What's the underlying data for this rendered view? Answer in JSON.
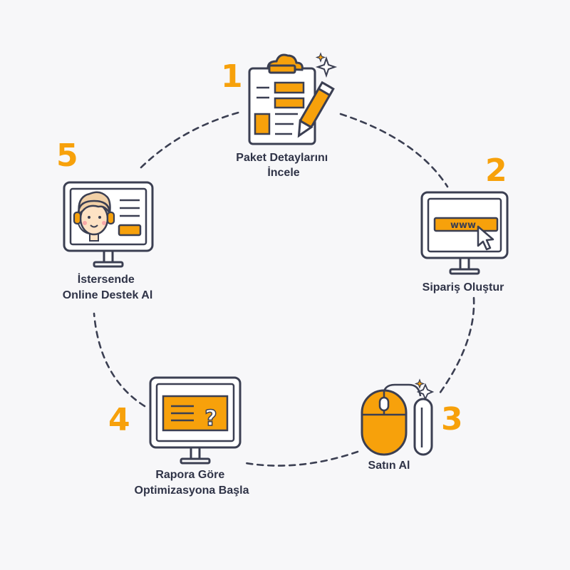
{
  "colors": {
    "accent": "#f7a10b",
    "outline": "#3b3f52",
    "screen_fill": "#ffffff",
    "background": "#f7f7f9"
  },
  "steps": [
    {
      "number": "1",
      "lines": [
        "Paket Detaylarını",
        "İncele"
      ],
      "icon": "clipboard-pen-icon"
    },
    {
      "number": "2",
      "lines": [
        "Sipariş Oluştur"
      ],
      "icon": "browser-monitor-icon",
      "url_text": "www"
    },
    {
      "number": "3",
      "lines": [
        "Satın Al"
      ],
      "icon": "mouse-click-icon"
    },
    {
      "number": "4",
      "lines": [
        "Rapora Göre",
        "Optimizasyona Başla"
      ],
      "icon": "report-question-monitor-icon",
      "mark": "?"
    },
    {
      "number": "5",
      "lines": [
        "İstersende",
        "Online Destek Al"
      ],
      "icon": "support-agent-monitor-icon"
    }
  ]
}
